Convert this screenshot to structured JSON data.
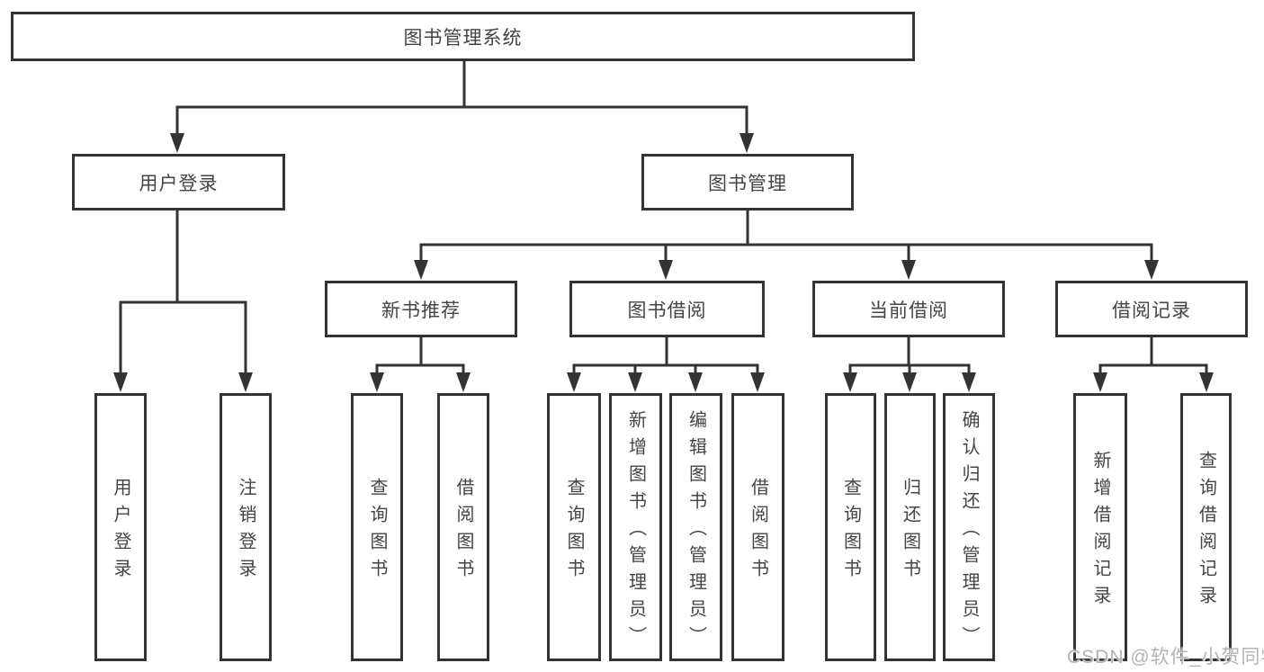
{
  "nodes": {
    "root": {
      "label": "图书管理系统"
    },
    "user_login_branch": {
      "label": "用户登录"
    },
    "book_management": {
      "label": "图书管理"
    },
    "new_book_recommend": {
      "label": "新书推荐"
    },
    "book_borrow": {
      "label": "图书借阅"
    },
    "current_borrow": {
      "label": "当前借阅"
    },
    "borrow_records": {
      "label": "借阅记录"
    },
    "leaf_user_login": {
      "label": "用户登录"
    },
    "leaf_logout": {
      "label": "注销登录"
    },
    "leaf_query_book_1": {
      "label": "查询图书"
    },
    "leaf_borrow_book_1": {
      "label": "借阅图书"
    },
    "leaf_query_book_2": {
      "label": "查询图书"
    },
    "leaf_add_book_admin": {
      "label": "新增图书（管理员）"
    },
    "leaf_edit_book_admin": {
      "label": "编辑图书（管理员）"
    },
    "leaf_borrow_book_2": {
      "label": "借阅图书"
    },
    "leaf_query_book_3": {
      "label": "查询图书"
    },
    "leaf_return_book": {
      "label": "归还图书"
    },
    "leaf_confirm_return_admin": {
      "label": "确认归还（管理员）"
    },
    "leaf_add_borrow_record": {
      "label": "新增借阅记录"
    },
    "leaf_query_borrow_record": {
      "label": "查询借阅记录"
    }
  },
  "hierarchy": {
    "图书管理系统": {
      "用户登录": [
        "用户登录",
        "注销登录"
      ],
      "图书管理": {
        "新书推荐": [
          "查询图书",
          "借阅图书"
        ],
        "图书借阅": [
          "查询图书",
          "新增图书（管理员）",
          "编辑图书（管理员）",
          "借阅图书"
        ],
        "当前借阅": [
          "查询图书",
          "归还图书",
          "确认归还（管理员）"
        ],
        "借阅记录": [
          "新增借阅记录",
          "查询借阅记录"
        ]
      }
    }
  },
  "watermark": {
    "text": "CSDN @软件_小贺同学"
  },
  "colors": {
    "line": "#333333",
    "box_border": "#333333",
    "text": "#444444",
    "watermark": "#b3b3b3",
    "background": "#ffffff"
  }
}
